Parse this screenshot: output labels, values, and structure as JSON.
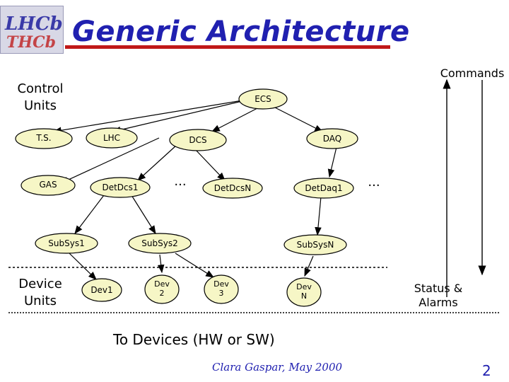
{
  "logo": {
    "line1": "LHCb",
    "line2": "THCb"
  },
  "title": "Generic Architecture",
  "labels": {
    "control_units": [
      "Control",
      "Units"
    ],
    "device_units": [
      "Device",
      "Units"
    ],
    "commands": "Commands",
    "status_alarms": [
      "Status &",
      "Alarms"
    ],
    "to_devices": "To Devices (HW or SW)"
  },
  "nodes": {
    "ecs": "ECS",
    "ts": "T.S.",
    "lhc": "LHC",
    "dcs": "DCS",
    "daq": "DAQ",
    "gas": "GAS",
    "detdcs1": "DetDcs1",
    "ellipsis1": "...",
    "detdcsn": "DetDcsN",
    "detdaq1": "DetDaq1",
    "ellipsis2": "...",
    "subsys1": "SubSys1",
    "subsys2": "SubSys2",
    "subsysn": "SubSysN",
    "dev1": "Dev1",
    "dev2": [
      "Dev",
      "2"
    ],
    "dev3": [
      "Dev",
      "3"
    ],
    "devn": [
      "Dev",
      "N"
    ]
  },
  "footer": "Clara Gaspar, May 2000",
  "page_number": "2"
}
